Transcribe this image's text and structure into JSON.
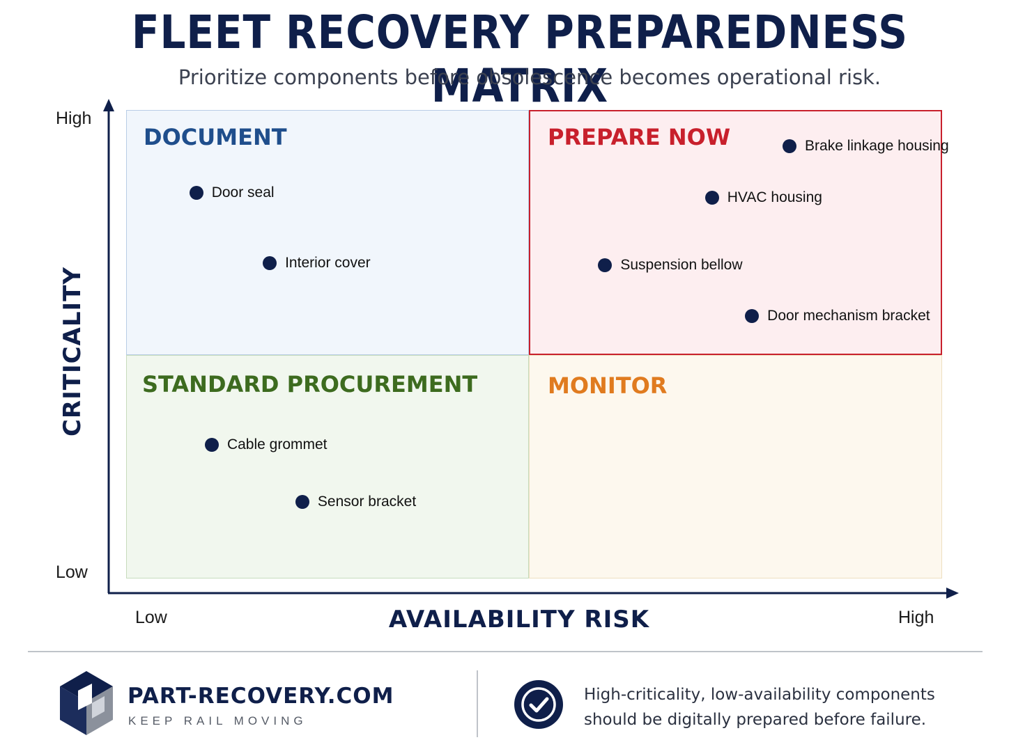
{
  "header": {
    "title": "FLEET RECOVERY PREPAREDNESS MATRIX",
    "subtitle": "Prioritize components before obsolescence becomes operational risk."
  },
  "chart_data": {
    "type": "scatter",
    "xlabel": "AVAILABILITY RISK",
    "ylabel": "CRITICALITY",
    "x_ticks": [
      "Low",
      "High"
    ],
    "y_ticks": [
      "Low",
      "High"
    ],
    "xlim": [
      0,
      1
    ],
    "ylim": [
      0,
      1
    ],
    "quadrants": [
      {
        "label": "DOCUMENT",
        "position": "top-left",
        "color": "#1f4e8c"
      },
      {
        "label": "PREPARE NOW",
        "position": "top-right",
        "color": "#c8202c"
      },
      {
        "label": "STANDARD PROCUREMENT",
        "position": "bottom-left",
        "color": "#3d6b1f"
      },
      {
        "label": "MONITOR",
        "position": "bottom-right",
        "color": "#e07b1f"
      }
    ],
    "points": [
      {
        "label": "Door seal",
        "x": 0.086,
        "y": 0.82
      },
      {
        "label": "Interior cover",
        "x": 0.176,
        "y": 0.67
      },
      {
        "label": "Brake linkage housing",
        "x": 0.813,
        "y": 0.92
      },
      {
        "label": "HVAC housing",
        "x": 0.718,
        "y": 0.81
      },
      {
        "label": "Suspension bellow",
        "x": 0.587,
        "y": 0.665
      },
      {
        "label": "Door mechanism bracket",
        "x": 0.767,
        "y": 0.557
      },
      {
        "label": "Cable grommet",
        "x": 0.105,
        "y": 0.282
      },
      {
        "label": "Sensor bracket",
        "x": 0.216,
        "y": 0.16
      }
    ]
  },
  "footer": {
    "brand": "PART-RECOVERY.COM",
    "tagline": "KEEP RAIL MOVING",
    "note": "High-criticality, low-availability components should be digitally prepared before failure.",
    "logo_icon": "cube-logo-icon",
    "check_icon": "check-circle-icon"
  }
}
